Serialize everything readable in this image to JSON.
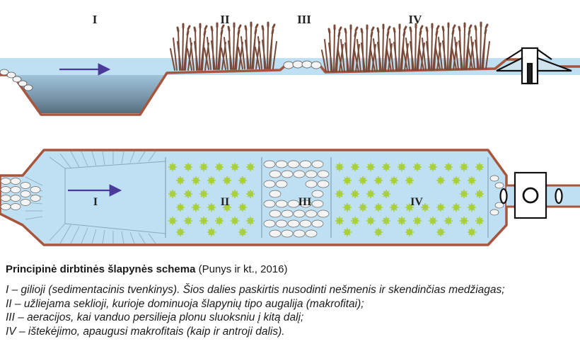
{
  "diagram": {
    "section_labels": [
      "I",
      "II",
      "III",
      "IV"
    ],
    "colors": {
      "water": "#bfe0f2",
      "water_deep": "#7b98ad",
      "water_dark": "#576f80",
      "bank": "#a8553c",
      "reed": "#7a4a38",
      "plant": "#a9cf3b",
      "stone": "#f4f4f4",
      "arrow": "#4a3a9a"
    }
  },
  "caption": {
    "title": "Principinė dirbtinės šlapynės schema",
    "source": "(Punys ir kt., 2016)"
  },
  "legend": [
    "I – gilioji (sedimentacinis tvenkinys). Šios dalies paskirtis nusodinti nešmenis ir skendinčias medžiagas;",
    "II – užliejama seklioji, kurioje dominuoja šlapynių tipo augalija (makrofitai);",
    "III – aeracijos, kai vanduo persilieja plonu sluoksniu į kitą dalį;",
    "IV – ištekėjimo, apaugusi makrofitais (kaip ir antroji dalis)."
  ]
}
